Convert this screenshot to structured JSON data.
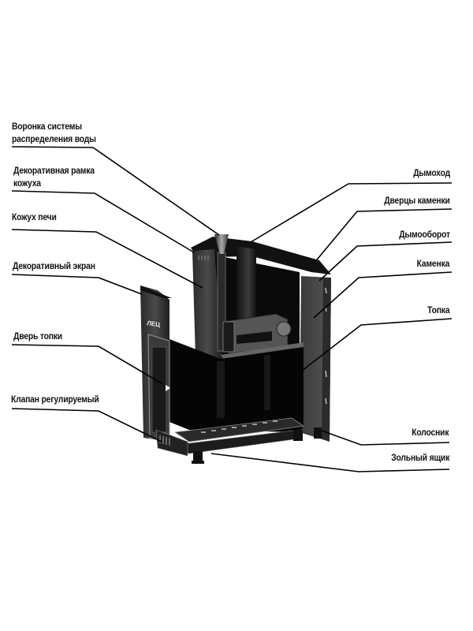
{
  "diagram": {
    "subject": "Sauna stove cutaway",
    "labels_left": [
      {
        "id": "water-funnel",
        "lines": [
          "Воронка системы",
          "распределения воды"
        ]
      },
      {
        "id": "casing-frame",
        "lines": [
          "Декоративная рамка",
          "кожуха"
        ]
      },
      {
        "id": "stove-casing",
        "lines": [
          "Кожух печи"
        ]
      },
      {
        "id": "decorative-screen",
        "lines": [
          "Декоративный экран"
        ]
      },
      {
        "id": "firebox-door",
        "lines": [
          "Дверь топки"
        ]
      },
      {
        "id": "adjustable-valve",
        "lines": [
          "Клапан регулируемый"
        ]
      }
    ],
    "labels_right": [
      {
        "id": "chimney",
        "lines": [
          "Дымоход"
        ]
      },
      {
        "id": "heater-doors",
        "lines": [
          "Дверцы каменки"
        ]
      },
      {
        "id": "smoke-turn",
        "lines": [
          "Дымооборот"
        ]
      },
      {
        "id": "heater",
        "lines": [
          "Каменка"
        ]
      },
      {
        "id": "firebox",
        "lines": [
          "Топка"
        ]
      },
      {
        "id": "grate",
        "lines": [
          "Колосник"
        ]
      },
      {
        "id": "ash-box",
        "lines": [
          "Зольный ящик"
        ]
      }
    ],
    "brand_mark": "ЛЕЦ"
  }
}
